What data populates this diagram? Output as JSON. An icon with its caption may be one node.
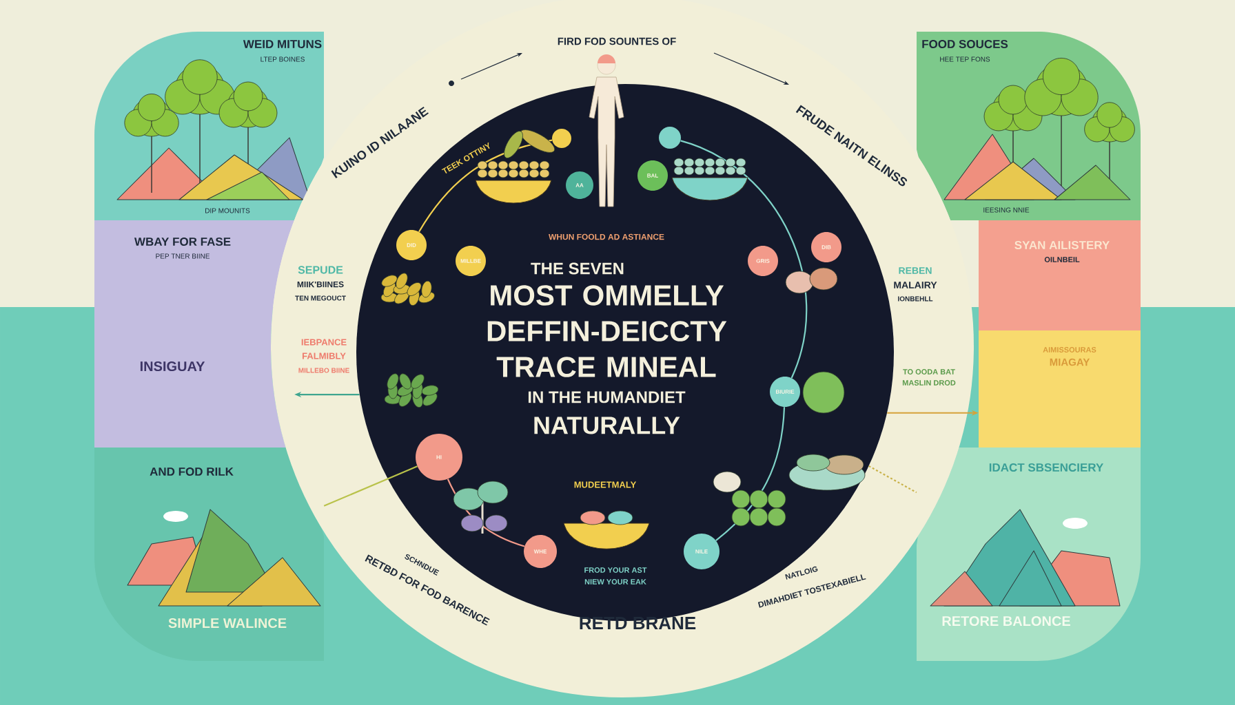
{
  "diagram": {
    "nodes": [
      {
        "text": [
          "WHUN FOOLD AD ASTIANCE",
          "THE SEVEN",
          "MOST OMMELLY DEFFIN-DEICCTY TRACE MINEAL",
          "IN THE HUMANDIET",
          "NATURALLY"
        ]
      },
      {
        "text": [
          "WEID MITUNS",
          "LTEP BOINES",
          "DIP MOUNITS"
        ]
      },
      {
        "text": [
          "WBAY FOR FASE",
          "PEP TNER BIINE",
          "INSIGUAY"
        ]
      },
      {
        "text": [
          "AND FOD RILK",
          "SIMPLE WALINCE"
        ]
      },
      {
        "text": [
          "FOOD SOUCES",
          "HEE TEP FONS",
          "IEESING NNIE"
        ]
      },
      {
        "text": [
          "SYAN AILISTERY",
          "OILNBEIL"
        ]
      },
      {
        "text": [
          "AIMISSOURAS",
          "MIAGAY"
        ]
      },
      {
        "text": [
          "IDACT SBSENCIERY",
          "RETORE BALONCE"
        ]
      },
      {
        "text": [
          "DID"
        ],
        "in": 0
      },
      {
        "text": [
          "MILLBE"
        ],
        "in": 0
      },
      {
        "text": [
          "AA"
        ],
        "in": 0
      },
      {
        "text": [
          "BAL"
        ],
        "in": 0
      },
      {
        "text": [],
        "shape": "circle",
        "in": 0
      },
      {
        "text": [
          "GRIS"
        ],
        "in": 0
      },
      {
        "text": [
          "DIB"
        ],
        "in": 0
      },
      {
        "text": [
          "BIURIE"
        ],
        "in": 0
      },
      {
        "text": [
          "HI"
        ],
        "in": 0
      },
      {
        "text": [
          "WHE"
        ],
        "in": 0
      },
      {
        "text": [
          "NILE"
        ],
        "in": 0
      },
      {
        "text": [],
        "shape": "circle",
        "in": 0
      }
    ],
    "edges": [
      {
        "from": 0,
        "to": 2,
        "arrow": "to",
        "color": "#3fa58f"
      },
      {
        "from": 0,
        "to": 6,
        "arrow": "to",
        "color": "#d6a23a"
      },
      {
        "from": 16,
        "to": 3,
        "arrow": "none",
        "color": "#b9c24a"
      },
      {
        "from": 0,
        "to": 7,
        "arrow": "none",
        "style": "dashed",
        "color": "#c9b24a"
      },
      {
        "from": 12,
        "to": 8,
        "arrow": "none",
        "color": "#f2cf4f"
      },
      {
        "from": 19,
        "to": 15,
        "arrow": "none",
        "color": "#7fd3c8"
      },
      {
        "from": 15,
        "to": 18,
        "arrow": "none",
        "color": "#7fd3c8"
      },
      {
        "from": 16,
        "to": 17,
        "arrow": "none",
        "color": "#f29a8a"
      }
    ],
    "labels": [
      "FIRD FOD SOUNTES OF",
      "KUINO ID NILAANE",
      "FRUDE NAITN ELINSS",
      "SEPUDE",
      "MIIK'BIINES",
      "TEN MEGOUCT",
      "REBEN",
      "MALAIRY",
      "IONBEHLL",
      "IEBPANCE",
      "FALMIBLY",
      "MILLEBO BIINE",
      "SCHNDUE",
      "RETBD FOR FOD BARENCE",
      "RETD BRANE",
      "NATLOIG",
      "DIMAHDIET TOSTEXABIELL",
      "TO OODA BAT",
      "MASLIN DROD",
      "TEEK OTTINY",
      "MUDEETMALY",
      "FROD YOUR AST",
      "NIEW YOUR EAK"
    ]
  }
}
